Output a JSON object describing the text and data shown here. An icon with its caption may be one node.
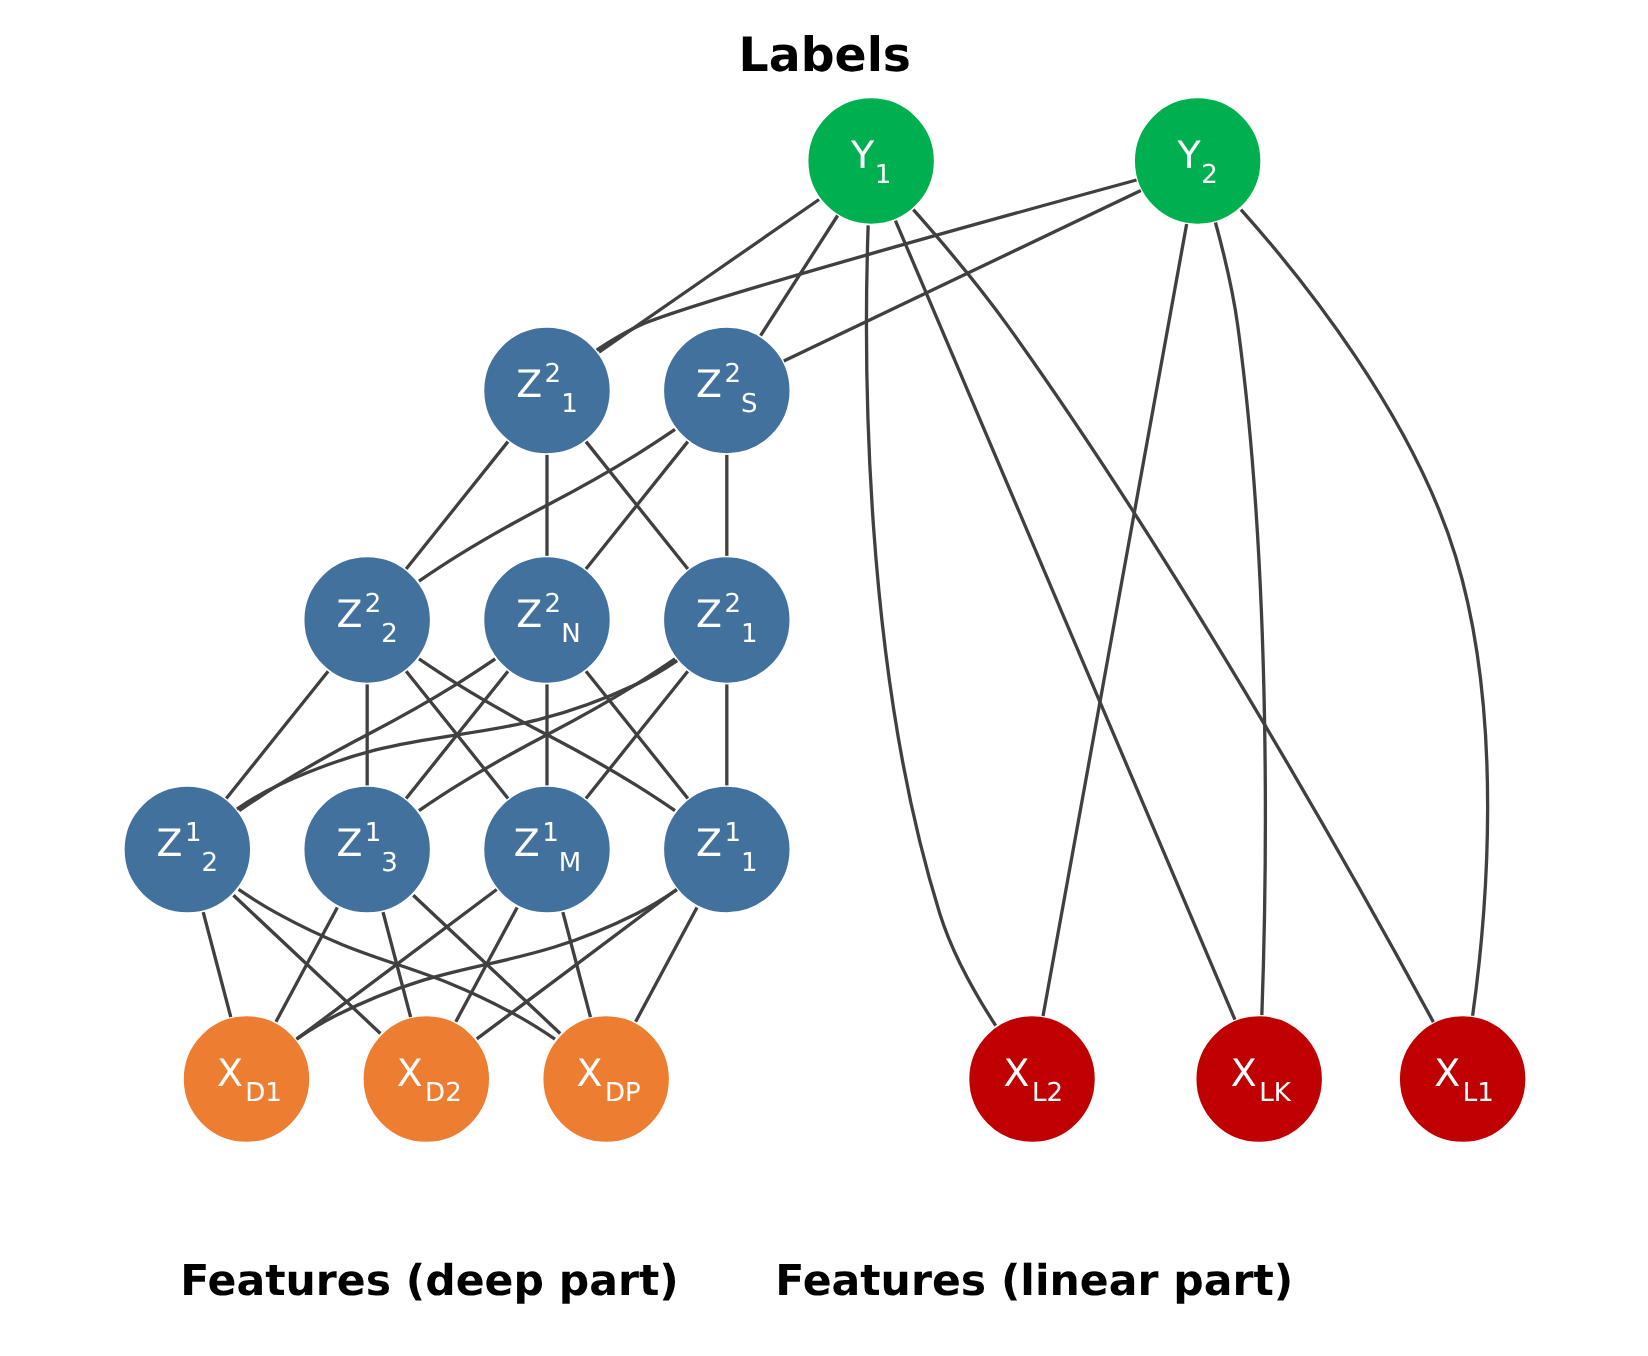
{
  "diagram": {
    "title": "Labels",
    "nodes": [
      {
        "text": [
          "Y$_{1}$"
        ]
      },
      {
        "text": [
          "Y$_{2}$"
        ]
      },
      {
        "text": [
          "Z$^{2}$$_{1}$"
        ]
      },
      {
        "text": [
          "Z$^{2}$$_{S}$"
        ]
      },
      {
        "text": [
          "Z$^{2}$$_{1}$"
        ]
      },
      {
        "text": [
          "Z$^{2}$$_{2}$"
        ]
      },
      {
        "text": [
          "Z$^{2}$$_{N}$"
        ]
      },
      {
        "text": [
          "Z$^{1}$$_{1}$"
        ]
      },
      {
        "text": [
          "Z$^{1}$$_{2}$"
        ]
      },
      {
        "text": [
          "Z$^{1}$$_{3}$"
        ]
      },
      {
        "text": [
          "Z$^{1}$$_{M}$"
        ]
      },
      {
        "text": [
          "X$_{L1}$"
        ]
      },
      {
        "text": [
          "X$_{L2}$"
        ]
      },
      {
        "text": [
          "X$_{LK}$"
        ]
      },
      {
        "text": [
          "X$_{D1}$"
        ]
      },
      {
        "text": [
          "X$_{D2}$"
        ]
      },
      {
        "text": [
          "X$_{DP}$"
        ]
      }
    ],
    "edges": [
      {
        "from": 0,
        "to": 11,
        "arrow": "none"
      },
      {
        "from": 0,
        "to": 12,
        "arrow": "none"
      },
      {
        "from": 0,
        "to": 13,
        "arrow": "none"
      },
      {
        "from": 1,
        "to": 11,
        "arrow": "none"
      },
      {
        "from": 1,
        "to": 12,
        "arrow": "none"
      },
      {
        "from": 1,
        "to": 13,
        "arrow": "none"
      },
      {
        "from": 0,
        "to": 2,
        "arrow": "none"
      },
      {
        "from": 0,
        "to": 3,
        "arrow": "none"
      },
      {
        "from": 1,
        "to": 2,
        "arrow": "none"
      },
      {
        "from": 1,
        "to": 3,
        "arrow": "none"
      },
      {
        "from": 2,
        "to": 4,
        "arrow": "none"
      },
      {
        "from": 2,
        "to": 5,
        "arrow": "none"
      },
      {
        "from": 2,
        "to": 6,
        "arrow": "none"
      },
      {
        "from": 3,
        "to": 4,
        "arrow": "none"
      },
      {
        "from": 3,
        "to": 5,
        "arrow": "none"
      },
      {
        "from": 3,
        "to": 6,
        "arrow": "none"
      },
      {
        "from": 4,
        "to": 7,
        "arrow": "none"
      },
      {
        "from": 4,
        "to": 8,
        "arrow": "none"
      },
      {
        "from": 4,
        "to": 9,
        "arrow": "none"
      },
      {
        "from": 4,
        "to": 10,
        "arrow": "none"
      },
      {
        "from": 5,
        "to": 7,
        "arrow": "none"
      },
      {
        "from": 5,
        "to": 8,
        "arrow": "none"
      },
      {
        "from": 5,
        "to": 9,
        "arrow": "none"
      },
      {
        "from": 5,
        "to": 10,
        "arrow": "none"
      },
      {
        "from": 6,
        "to": 7,
        "arrow": "none"
      },
      {
        "from": 6,
        "to": 8,
        "arrow": "none"
      },
      {
        "from": 6,
        "to": 9,
        "arrow": "none"
      },
      {
        "from": 6,
        "to": 10,
        "arrow": "none"
      },
      {
        "from": 7,
        "to": 14,
        "arrow": "none"
      },
      {
        "from": 7,
        "to": 15,
        "arrow": "none"
      },
      {
        "from": 7,
        "to": 16,
        "arrow": "none"
      },
      {
        "from": 8,
        "to": 14,
        "arrow": "none"
      },
      {
        "from": 8,
        "to": 15,
        "arrow": "none"
      },
      {
        "from": 8,
        "to": 16,
        "arrow": "none"
      },
      {
        "from": 9,
        "to": 14,
        "arrow": "none"
      },
      {
        "from": 9,
        "to": 15,
        "arrow": "none"
      },
      {
        "from": 9,
        "to": 16,
        "arrow": "none"
      },
      {
        "from": 10,
        "to": 14,
        "arrow": "none"
      },
      {
        "from": 10,
        "to": 15,
        "arrow": "none"
      },
      {
        "from": 10,
        "to": 16,
        "arrow": "none"
      }
    ],
    "labels": [
      "Features (linear part)",
      "Features (deep part)"
    ]
  }
}
